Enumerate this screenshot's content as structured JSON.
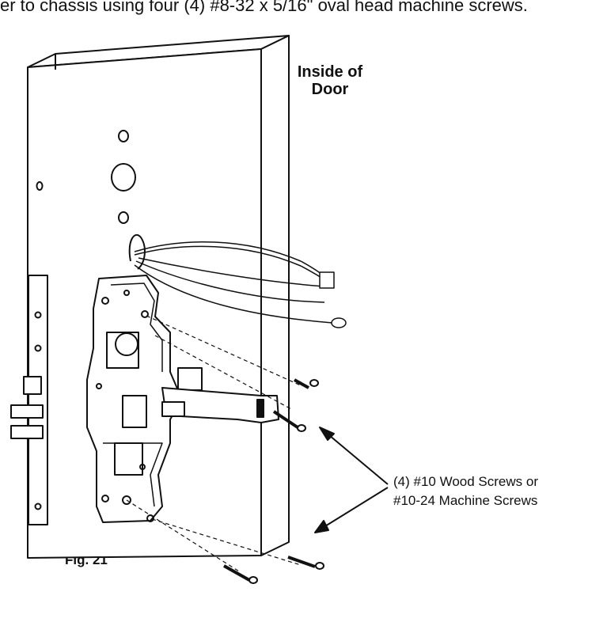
{
  "header_text": "er to chassis using four (4) #8-32 x 5/16\" oval head machine screws.",
  "labels": {
    "inside_line1": "Inside of",
    "inside_line2": "Door",
    "screws_line1": "(4) #10 Wood Screws or",
    "screws_line2": "#10-24 Machine Screws",
    "figure": "Fig. 21"
  }
}
